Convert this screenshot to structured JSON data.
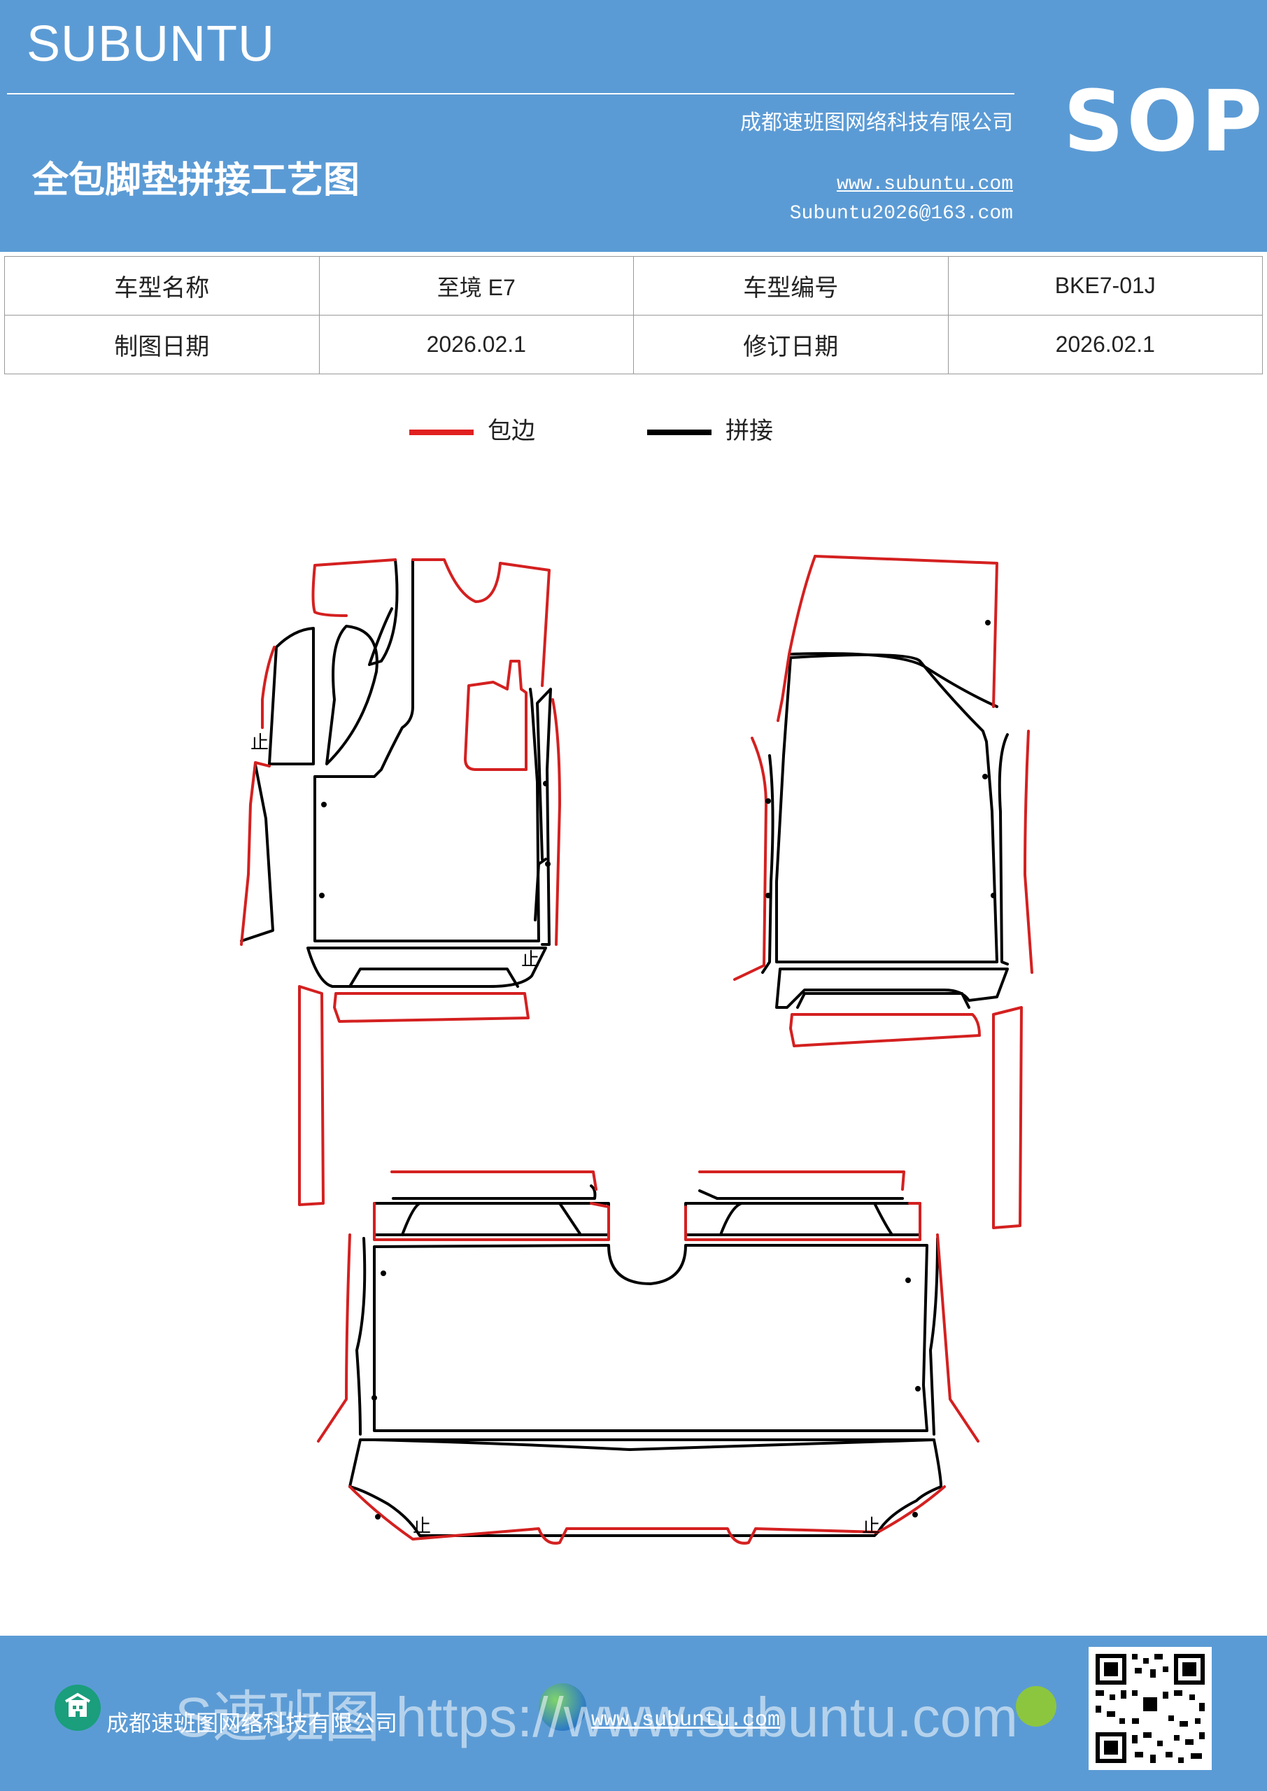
{
  "header": {
    "brand": "SUBUNTU",
    "badge": "SOP",
    "company": "成都速班图网络科技有限公司",
    "title": "全包脚垫拼接工艺图",
    "website": "www.subuntu.com",
    "email": "Subuntu2026@163.com"
  },
  "info_table": {
    "rows": [
      [
        "车型名称",
        "至境 E7",
        "车型编号",
        "BKE7-01J"
      ],
      [
        "制图日期",
        "2026.02.1",
        "修订日期",
        "2026.02.1"
      ]
    ]
  },
  "legend": [
    {
      "label": "包边",
      "color": "#e02020"
    },
    {
      "label": "拼接",
      "color": "#000000"
    }
  ],
  "colors": {
    "header_bg": "#5b9bd5",
    "edge": "#d42020",
    "seam": "#000000"
  },
  "drawing": {
    "marker": "止"
  },
  "footer": {
    "company": "成都速班图网络科技有限公司",
    "website": "www.subuntu.com",
    "watermark": "S速班图 https://www.subuntu.com"
  }
}
